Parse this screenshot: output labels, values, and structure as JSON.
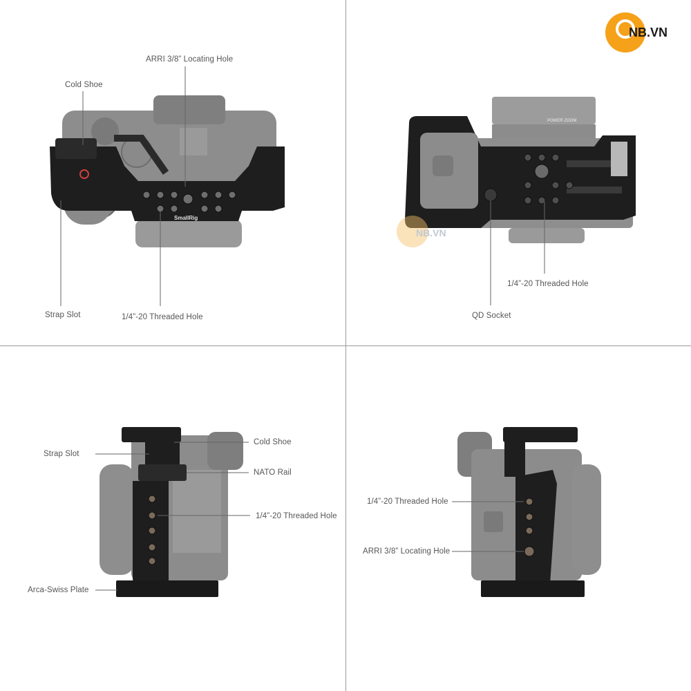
{
  "brand": {
    "logo_text": "NB.VN",
    "watermark_text": "NB.VN",
    "accent": "#f6a11a"
  },
  "top_left": {
    "labels": {
      "locating_hole": "ARRI 3/8” Locating Hole",
      "cold_shoe": "Cold Shoe",
      "strap_slot": "Strap Slot",
      "threaded_hole": "1/4”-20 Threaded Hole"
    },
    "engraving": "SmallRig"
  },
  "top_right": {
    "labels": {
      "threaded_hole": "1/4”-20 Threaded Hole",
      "qd_socket": "QD Socket"
    },
    "lens_text": "POWER ZOOM"
  },
  "bottom_left": {
    "labels": {
      "strap_slot": "Strap Slot",
      "cold_shoe": "Cold Shoe",
      "nato_rail": "NATO Rail",
      "threaded_hole": "1/4”-20 Threaded Hole",
      "arca_plate": "Arca-Swiss Plate"
    }
  },
  "bottom_right": {
    "labels": {
      "threaded_hole": "1/4”-20 Threaded Hole",
      "locating_hole": "ARRI 3/8” Locating Hole"
    }
  }
}
